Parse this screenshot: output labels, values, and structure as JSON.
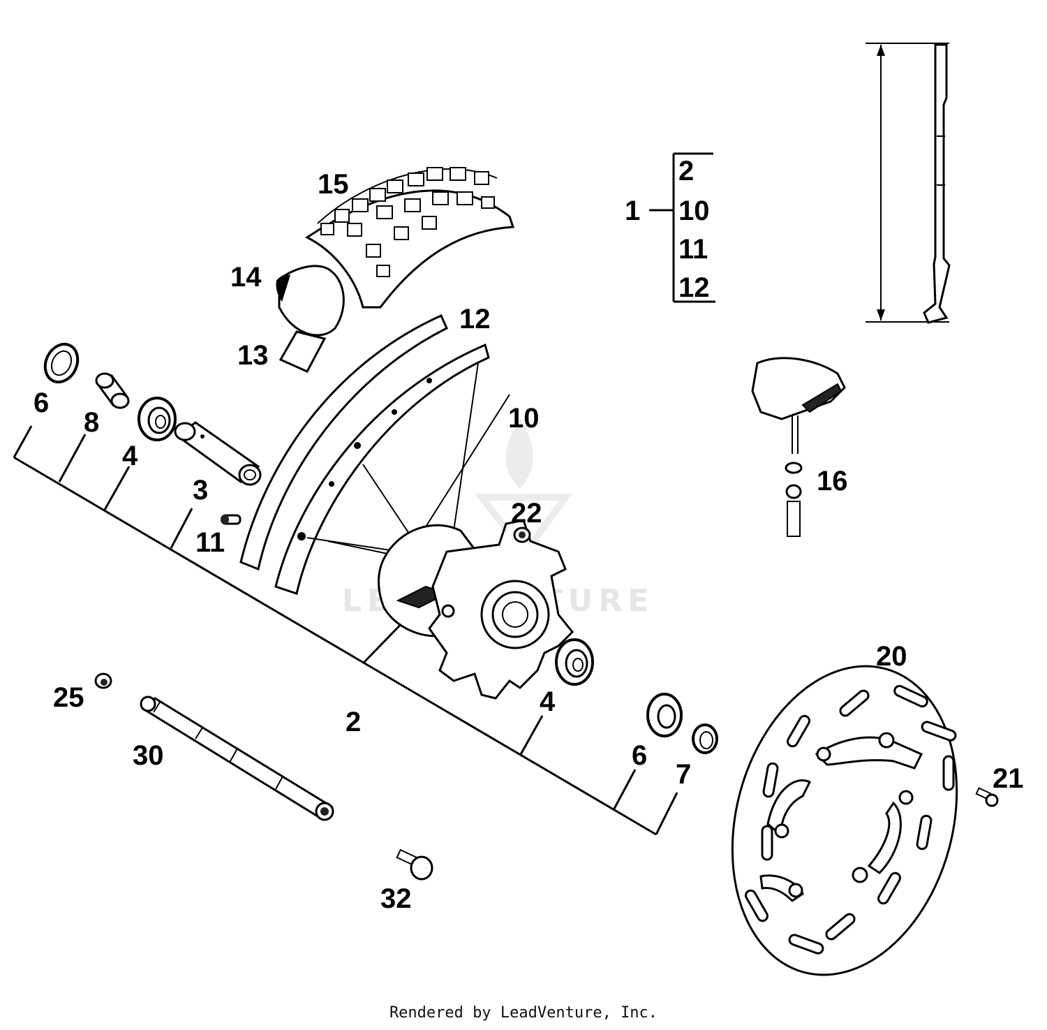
{
  "watermark": {
    "text": "LEADVENTURE"
  },
  "callouts": {
    "p1": "1",
    "g1": "2",
    "g2": "10",
    "g3": "11",
    "g4": "12",
    "p2": "2",
    "p3": "3",
    "p4a": "4",
    "p4b": "4",
    "p6a": "6",
    "p6b": "6",
    "p7": "7",
    "p8": "8",
    "p10": "10",
    "p11": "11",
    "p12": "12",
    "p13": "13",
    "p14": "14",
    "p15": "15",
    "p16": "16",
    "p20": "20",
    "p21": "21",
    "p22": "22",
    "p25": "25",
    "p30": "30",
    "p32": "32"
  },
  "footer": {
    "text": "Rendered by LeadVenture, Inc."
  }
}
